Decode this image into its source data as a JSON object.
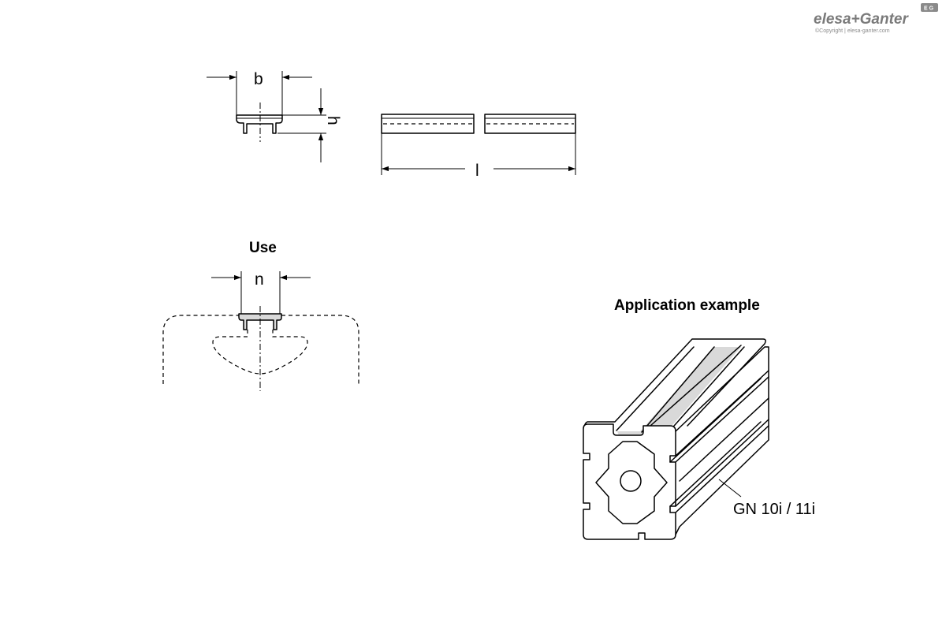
{
  "brand": {
    "logo_text": "elesa+Ganter",
    "badge_text": "E G",
    "copyright": "©Copyright | elesa-ganter.com"
  },
  "dimensions": {
    "width_label": "b",
    "height_label": "h",
    "length_label": "l",
    "slot_label": "n"
  },
  "sections": {
    "use_title": "Use",
    "application_title": "Application example"
  },
  "application": {
    "part_label": "GN 10i / 11i"
  },
  "colors": {
    "line": "#000000",
    "profile_fill": "#d9d9d9",
    "logo": "#7a7a7a"
  }
}
